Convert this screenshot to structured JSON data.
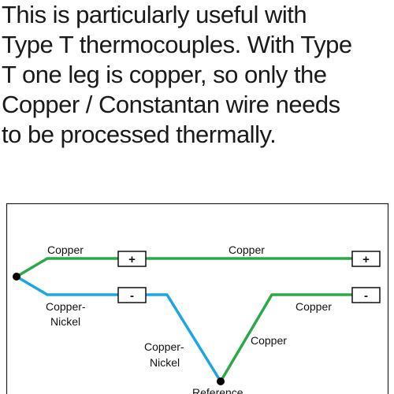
{
  "paragraph": {
    "lines": [
      "This is particularly useful with",
      "Type T thermocouples. With Type",
      "T one leg is copper, so only the",
      "Copper / Constantan wire needs",
      "to be processed thermally."
    ]
  },
  "diagram": {
    "labels": {
      "copper_top_left": "Copper",
      "copper_top_right": "Copper",
      "copper_nickel_left_line1": "Copper-",
      "copper_nickel_left_line2": "Nickel",
      "copper_nickel_mid_line1": "Copper-",
      "copper_nickel_mid_line2": "Nickel",
      "copper_right_lower": "Copper",
      "copper_mid_lower": "Copper",
      "reference": "Reference"
    },
    "terminals": {
      "plus_left": "+",
      "minus_left": "-",
      "plus_right": "+",
      "minus_right": "-"
    },
    "colors": {
      "copper_wire": "#2aa84a",
      "constantan_wire": "#1aa6e0",
      "frame": "#222222"
    }
  }
}
